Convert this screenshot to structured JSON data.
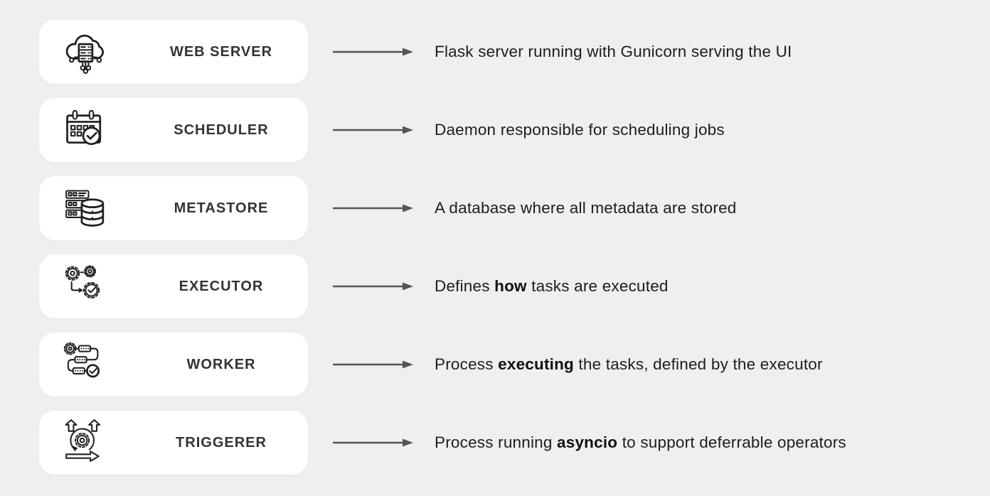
{
  "page": {
    "background_color": "#efefef",
    "card_color": "#ffffff",
    "label_color": "#333333",
    "text_color": "#1d1d1d",
    "arrow_color": "#555555",
    "icon_stroke_color": "#1f1f1f",
    "arrow_icon": "right-arrow-icon"
  },
  "rows": [
    {
      "label": "WEB SERVER",
      "icon": "cloud-server-icon",
      "description": [
        {
          "text": "Flask server running with Gunicorn serving the UI",
          "bold": false
        }
      ]
    },
    {
      "label": "SCHEDULER",
      "icon": "calendar-check-icon",
      "description": [
        {
          "text": "Daemon responsible for scheduling jobs",
          "bold": false
        }
      ]
    },
    {
      "label": "METASTORE",
      "icon": "database-server-icon",
      "description": [
        {
          "text": "A database where all metadata are stored",
          "bold": false
        }
      ]
    },
    {
      "label": "EXECUTOR",
      "icon": "gears-flow-icon",
      "description": [
        {
          "text": "Defines ",
          "bold": false
        },
        {
          "text": "how",
          "bold": true
        },
        {
          "text": " tasks are executed",
          "bold": false
        }
      ]
    },
    {
      "label": "WORKER",
      "icon": "gear-pipeline-check-icon",
      "description": [
        {
          "text": "Process ",
          "bold": false
        },
        {
          "text": "executing",
          "bold": true
        },
        {
          "text": " the tasks, defined by the executor",
          "bold": false
        }
      ]
    },
    {
      "label": "TRIGGERER",
      "icon": "sprint-loop-gear-icon",
      "description": [
        {
          "text": "Process running ",
          "bold": false
        },
        {
          "text": "asyncio",
          "bold": true
        },
        {
          "text": " to support deferrable operators",
          "bold": false
        }
      ]
    }
  ]
}
